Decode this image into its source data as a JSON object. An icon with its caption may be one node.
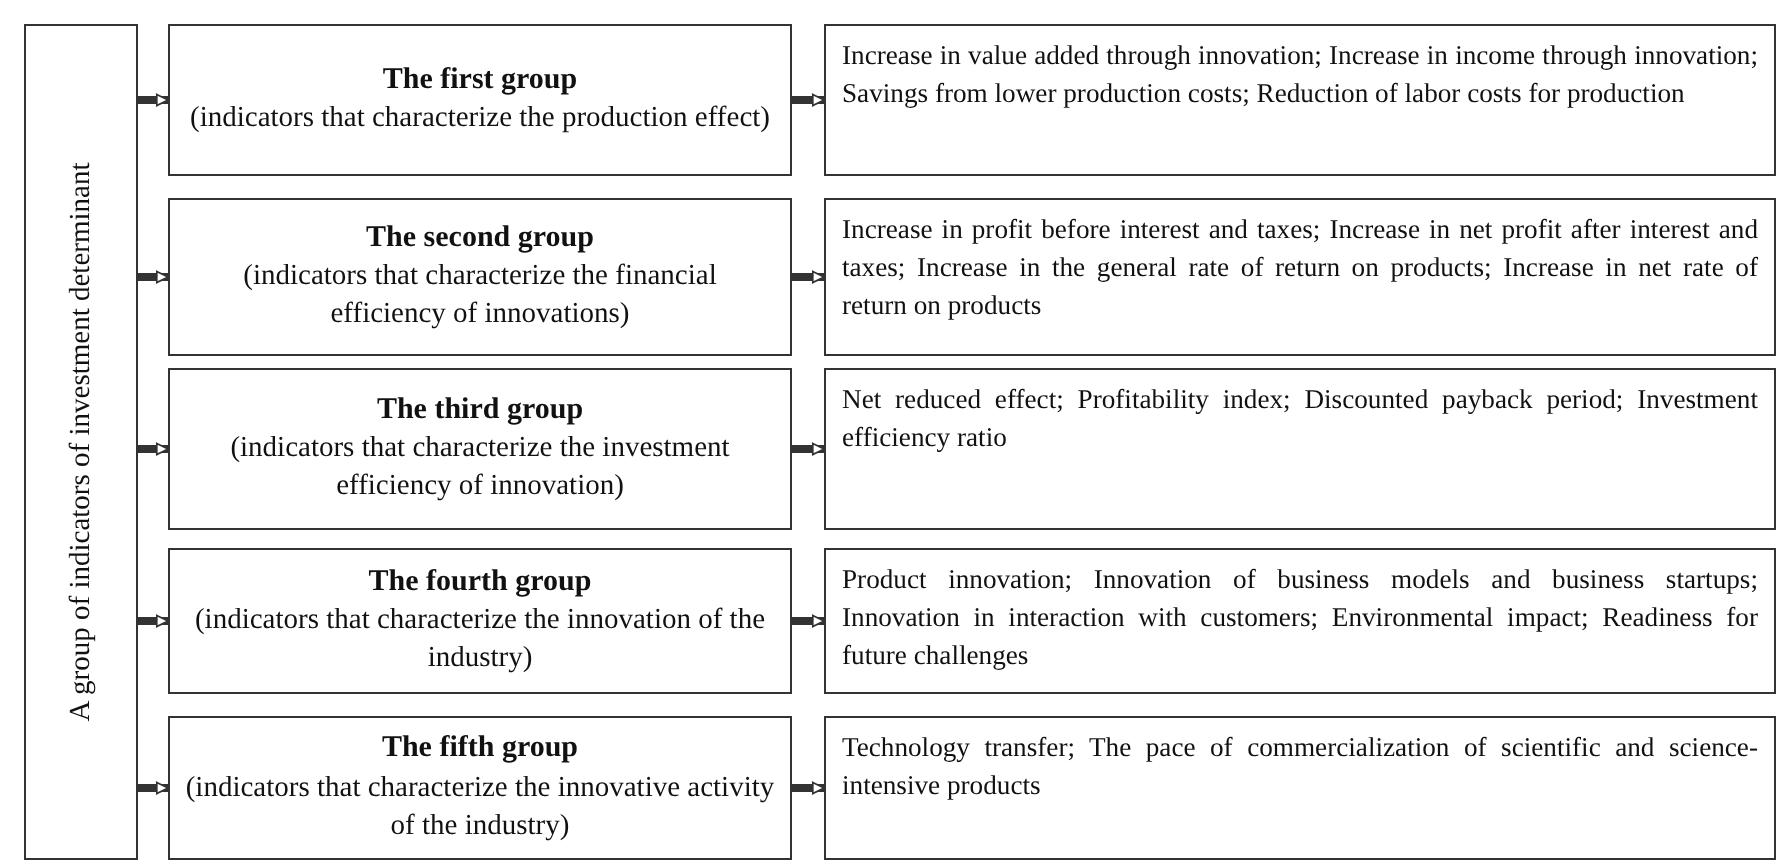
{
  "diagram": {
    "nodes": [
      {
        "text": [
          "A group of indicators of investment determinant"
        ]
      },
      {
        "text": [
          "The first group",
          "(indicators that characterize the production effect)"
        ]
      },
      {
        "text": [
          "The second group",
          "(indicators that characterize the financial efficiency of innovations)"
        ]
      },
      {
        "text": [
          "The third group",
          "(indicators that characterize the investment efficiency of innovation)"
        ]
      },
      {
        "text": [
          "The fourth group",
          "(indicators that characterize the innovation of the industry)"
        ]
      },
      {
        "text": [
          "The fifth group",
          "(indicators that characterize the innovative activity of the industry)"
        ]
      },
      {
        "text": [
          "Increase in value added through innovation; Increase in income through innovation; Savings from lower production costs; Reduction of labor costs for production"
        ]
      },
      {
        "text": [
          "Increase in profit before interest and taxes; Increase in net profit after interest and taxes; Increase in the general rate of return on products; Increase in net rate of return on products"
        ]
      },
      {
        "text": [
          "Net reduced effect; Profitability index; Discounted payback period; Investment efficiency ratio"
        ]
      },
      {
        "text": [
          "Product innovation; Innovation of business models and business startups; Innovation in interaction with customers; Environmental impact; Readiness for future challenges"
        ]
      },
      {
        "text": [
          "Technology transfer; The pace of commercialization of scientific and science-intensive products"
        ]
      }
    ],
    "edges": [
      {
        "from": 0,
        "to": 1,
        "arrow": "to"
      },
      {
        "from": 0,
        "to": 2,
        "arrow": "to"
      },
      {
        "from": 0,
        "to": 3,
        "arrow": "to"
      },
      {
        "from": 0,
        "to": 4,
        "arrow": "to"
      },
      {
        "from": 0,
        "to": 5,
        "arrow": "to"
      },
      {
        "from": 1,
        "to": 6,
        "arrow": "to"
      },
      {
        "from": 2,
        "to": 7,
        "arrow": "to"
      },
      {
        "from": 3,
        "to": 8,
        "arrow": "to"
      },
      {
        "from": 4,
        "to": 9,
        "arrow": "to"
      },
      {
        "from": 5,
        "to": 10,
        "arrow": "to"
      }
    ]
  }
}
